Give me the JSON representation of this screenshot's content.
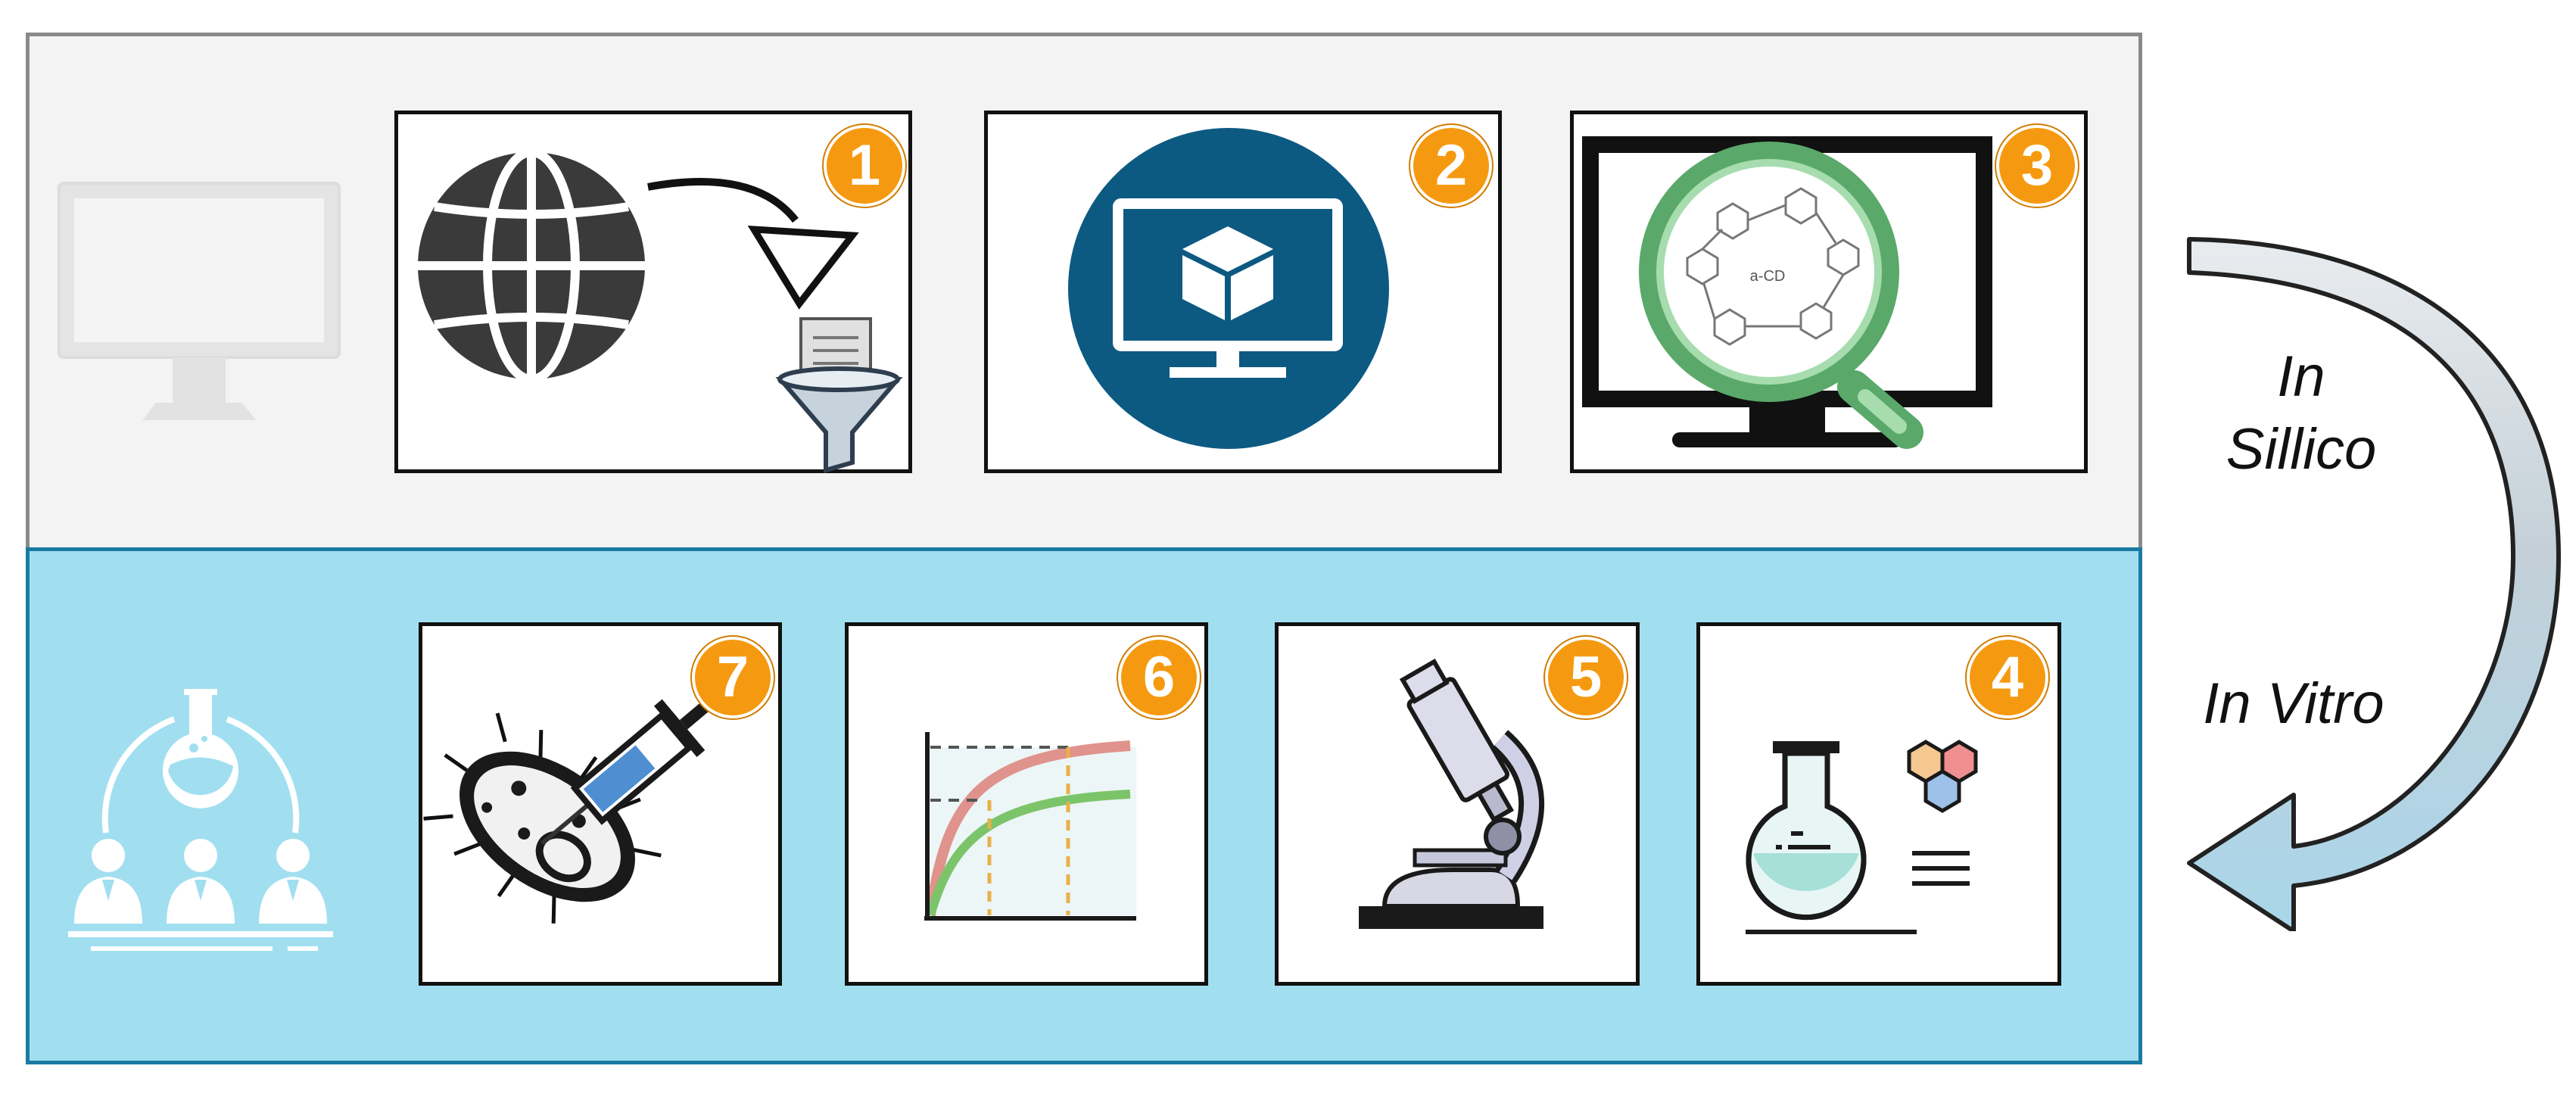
{
  "steps": [
    {
      "number": "1",
      "icon": "web-data-filter-icon"
    },
    {
      "number": "2",
      "icon": "monitor-cube-icon"
    },
    {
      "number": "3",
      "icon": "monitor-magnifier-molecule-icon"
    },
    {
      "number": "4",
      "icon": "flask-hexagons-icon"
    },
    {
      "number": "5",
      "icon": "microscope-icon"
    },
    {
      "number": "6",
      "icon": "growth-curve-chart-icon"
    },
    {
      "number": "7",
      "icon": "bacterium-syringe-icon"
    }
  ],
  "phases": {
    "in_silico_line1": "In",
    "in_silico_line2": "Sillico",
    "in_vitro": "In Vitro"
  },
  "side_icons": {
    "top": "computer-monitor-icon",
    "bottom": "lab-team-flask-icon"
  },
  "colors": {
    "top_band": "#f3f3f3",
    "bottom_band": "#a1dff0",
    "badge": "#f59a10",
    "navy": "#0c5a82",
    "magnifier_green": "#7cc98a"
  }
}
